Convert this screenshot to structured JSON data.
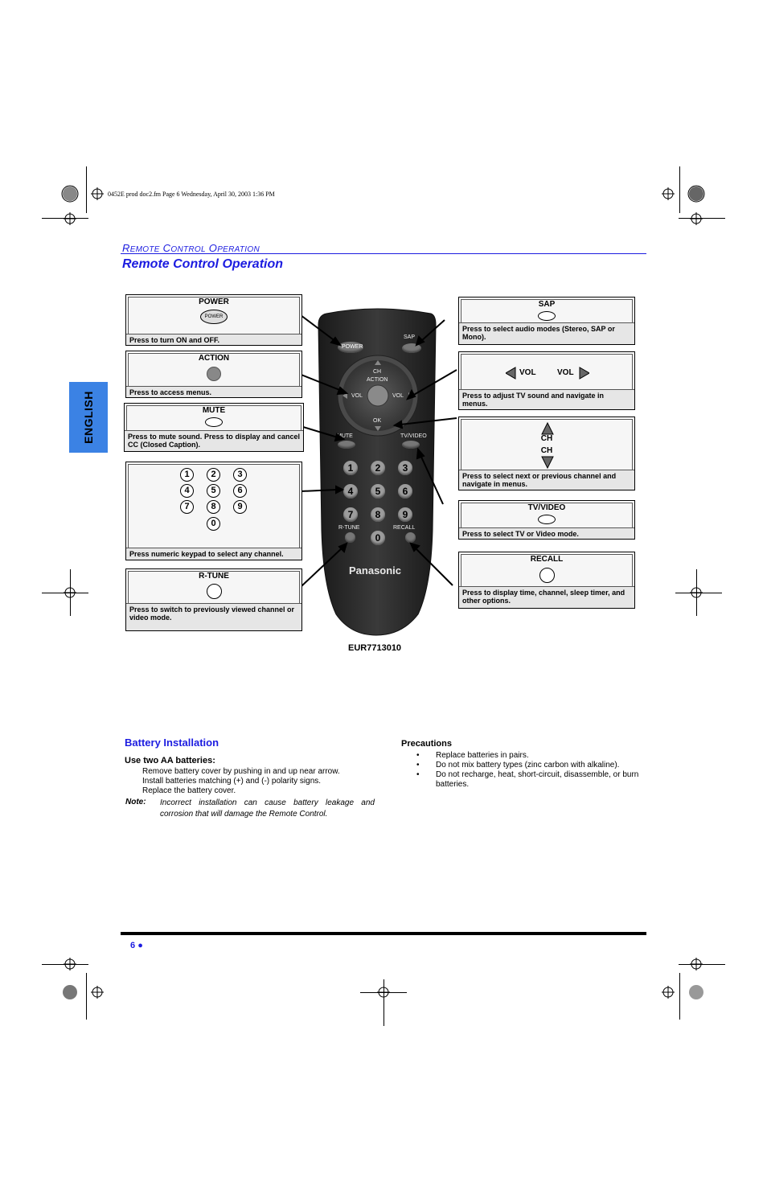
{
  "file_info": "0452E prod doc2.fm  Page 6  Wednesday, April 30, 2003  1:36 PM",
  "section_header": {
    "c1": "R",
    "s1": "EMOTE",
    "c2": " C",
    "s2": "ONTROL",
    "c3": " O",
    "s3": "PERATION"
  },
  "page_title": "Remote Control Operation",
  "side_tab": "ENGLISH",
  "callouts": {
    "power": {
      "title": "POWER",
      "icon_label": "POWER",
      "desc": "Press to turn ON and OFF."
    },
    "action": {
      "title": "ACTION",
      "desc": "Press to access menus."
    },
    "mute": {
      "title": "MUTE",
      "desc": "Press to mute sound. Press to display and cancel CC (Closed Caption)."
    },
    "keypad": {
      "keys": [
        "1",
        "2",
        "3",
        "4",
        "5",
        "6",
        "7",
        "8",
        "9",
        "0"
      ],
      "desc": "Press numeric keypad to select any channel."
    },
    "rtune": {
      "title": "R-TUNE",
      "desc": "Press to switch to previously viewed channel or video mode."
    },
    "sap": {
      "title": "SAP",
      "desc": "Press to select audio modes (Stereo, SAP or Mono)."
    },
    "vol": {
      "left": "VOL",
      "right": "VOL",
      "desc": "Press to adjust TV sound and navigate in menus."
    },
    "ch": {
      "up": "CH",
      "down": "CH",
      "desc": "Press to select next or previous channel and navigate in menus."
    },
    "tvvideo": {
      "title": "TV/VIDEO",
      "desc": "Press to select TV or Video mode."
    },
    "recall": {
      "title": "RECALL",
      "desc": "Press to display time, channel, sleep timer, and other options."
    }
  },
  "remote": {
    "brand": "Panasonic",
    "labels": {
      "power": "POWER",
      "sap": "SAP",
      "ch": "CH",
      "action": "ACTION",
      "vol_l": "VOL",
      "vol_r": "VOL",
      "ok": "OK",
      "mute": "MUTE",
      "tvvideo": "TV/VIDEO",
      "rtune": "R-TUNE",
      "recall": "RECALL"
    },
    "keys": [
      "1",
      "2",
      "3",
      "4",
      "5",
      "6",
      "7",
      "8",
      "9",
      "0"
    ]
  },
  "model": "EUR7713010",
  "battery": {
    "title": "Battery Installation",
    "subtitle": "Use two AA batteries:",
    "lines": [
      "Remove battery cover by pushing in and up near arrow.",
      "Install batteries matching (+) and (-) polarity signs.",
      "Replace the battery cover."
    ],
    "note_label": "Note:",
    "note_text": "Incorrect installation can cause battery leakage and corrosion that will damage the Remote Control."
  },
  "precautions": {
    "title": "Precautions",
    "items": [
      "Replace batteries in pairs.",
      "Do not mix battery types (zinc carbon with alkaline).",
      "Do not recharge, heat, short-circuit, disassemble, or burn batteries."
    ]
  },
  "page_number": "6",
  "colors": {
    "accent": "#1c1ce0",
    "side_tab": "#3b82e4",
    "remote_body": "#2a2a2a"
  }
}
